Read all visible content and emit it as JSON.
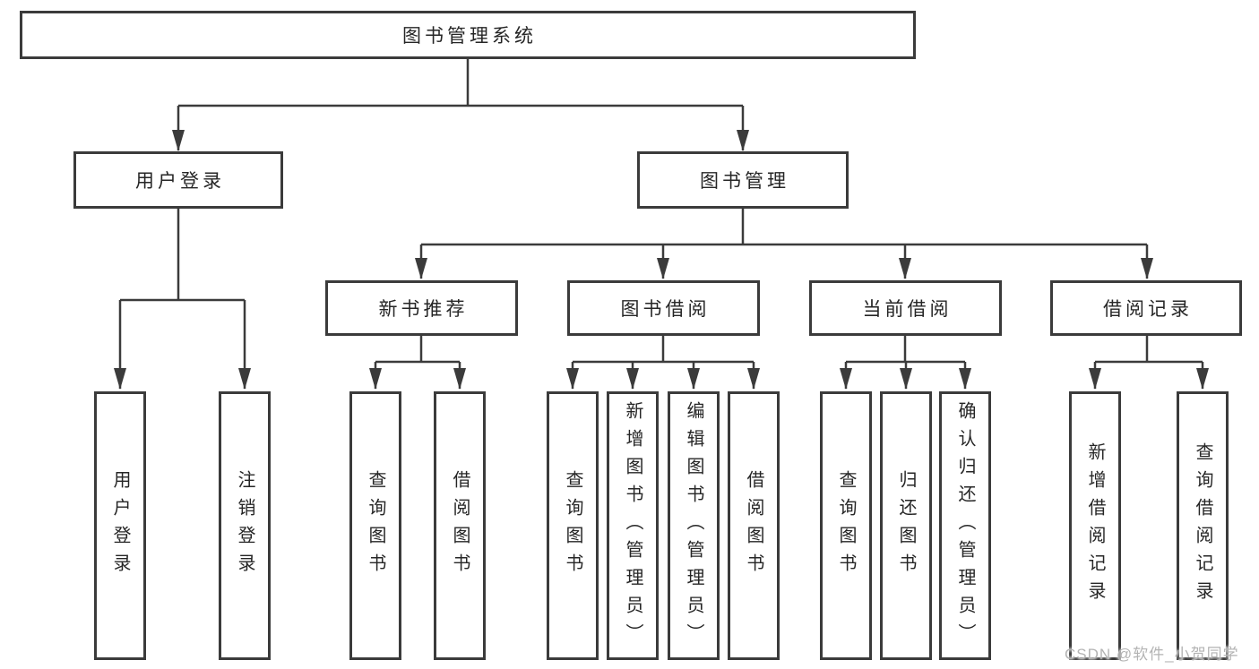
{
  "colors": {
    "line": "#3b3b3b",
    "text": "#262626",
    "watermark": "#b3b3b3",
    "background": "#ffffff"
  },
  "watermark": {
    "text": "CSDN @软件_小贺同学"
  },
  "nodes": {
    "root": {
      "label": "图书管理系统"
    },
    "level2": [
      {
        "label": "用户登录"
      },
      {
        "label": "图书管理"
      }
    ],
    "level3": [
      {
        "label": "新书推荐",
        "parent": "图书管理"
      },
      {
        "label": "图书借阅",
        "parent": "图书管理"
      },
      {
        "label": "当前借阅",
        "parent": "图书管理"
      },
      {
        "label": "借阅记录",
        "parent": "图书管理"
      }
    ],
    "leaves": [
      {
        "label": "用户登录",
        "parent": "用户登录"
      },
      {
        "label": "注销登录",
        "parent": "用户登录"
      },
      {
        "label": "查询图书",
        "parent": "新书推荐"
      },
      {
        "label": "借阅图书",
        "parent": "新书推荐"
      },
      {
        "label": "查询图书",
        "parent": "图书借阅"
      },
      {
        "label": "新增图书（管理员）",
        "parent": "图书借阅"
      },
      {
        "label": "编辑图书（管理员）",
        "parent": "图书借阅"
      },
      {
        "label": "借阅图书",
        "parent": "图书借阅"
      },
      {
        "label": "查询图书",
        "parent": "当前借阅"
      },
      {
        "label": "归还图书",
        "parent": "当前借阅"
      },
      {
        "label": "确认归还（管理员）",
        "parent": "当前借阅"
      },
      {
        "label": "新增借阅记录",
        "parent": "借阅记录"
      },
      {
        "label": "查询借阅记录",
        "parent": "借阅记录"
      }
    ]
  }
}
